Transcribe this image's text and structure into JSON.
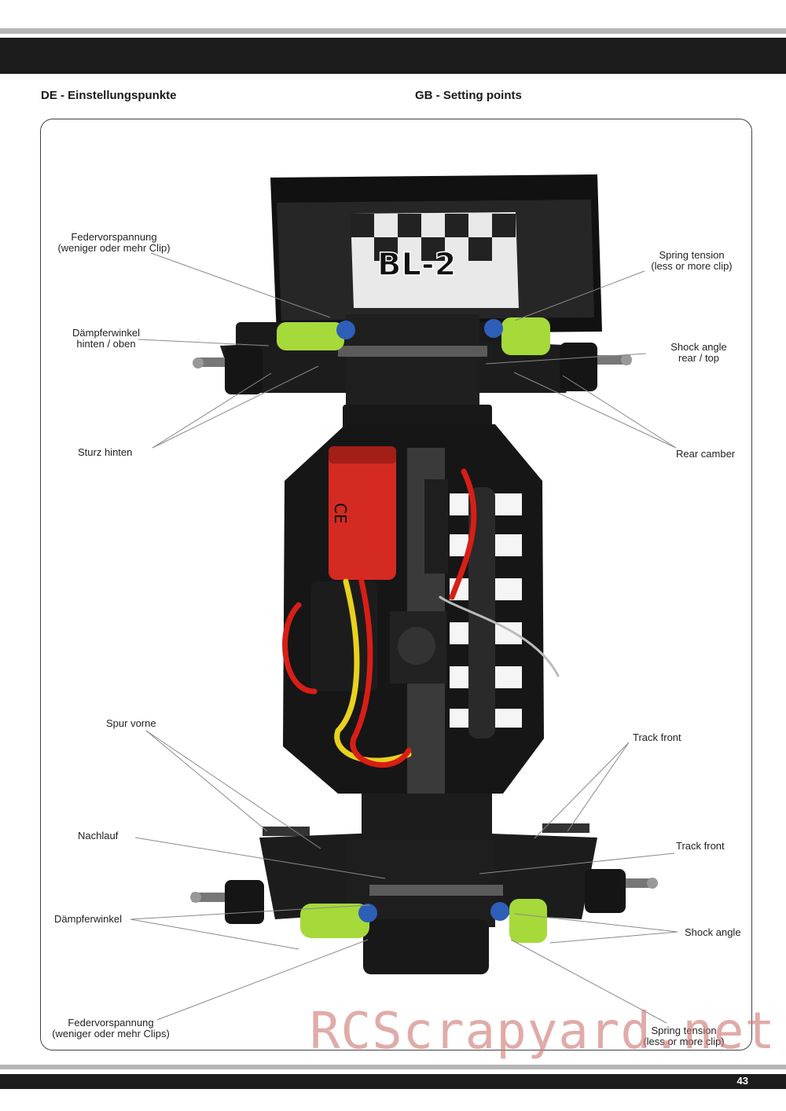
{
  "header": {
    "left_title": "DE - Einstellungspunkte",
    "right_title": "GB - Setting points"
  },
  "labels": {
    "de_spring_top": [
      "Federvorspannung",
      "(weniger oder mehr Clip)"
    ],
    "de_shock_rear": [
      "Dämpferwinkel",
      "hinten / oben"
    ],
    "de_camber_rear": "Sturz hinten",
    "de_toe_front": "Spur vorne",
    "de_caster": "Nachlauf",
    "de_shock_front": "Dämpferwinkel",
    "de_spring_bottom": [
      "Federvorspannung",
      "(weniger oder mehr Clips)"
    ],
    "gb_spring_top": [
      "Spring tension",
      "(less or more clip)"
    ],
    "gb_shock_rear": [
      "Shock angle",
      "rear / top"
    ],
    "gb_camber_rear": "Rear camber",
    "gb_track_front_1": "Track front",
    "gb_track_front_2": "Track front",
    "gb_shock_front": "Shock angle",
    "gb_spring_bottom": [
      "Spring tension",
      "(less or more clip)"
    ]
  },
  "photo": {
    "wing_logo": "BL-2",
    "motor_marking": "CE"
  },
  "colors": {
    "chassis": "#161616",
    "spring": "#a6d93a",
    "motor": "#d42a22",
    "wire_red": "#d81e16",
    "wire_yellow": "#e8d21c",
    "shock_blue": "#2d5fb8"
  },
  "footer": {
    "page_number": "43",
    "watermark": "RCScrapyard.net"
  }
}
